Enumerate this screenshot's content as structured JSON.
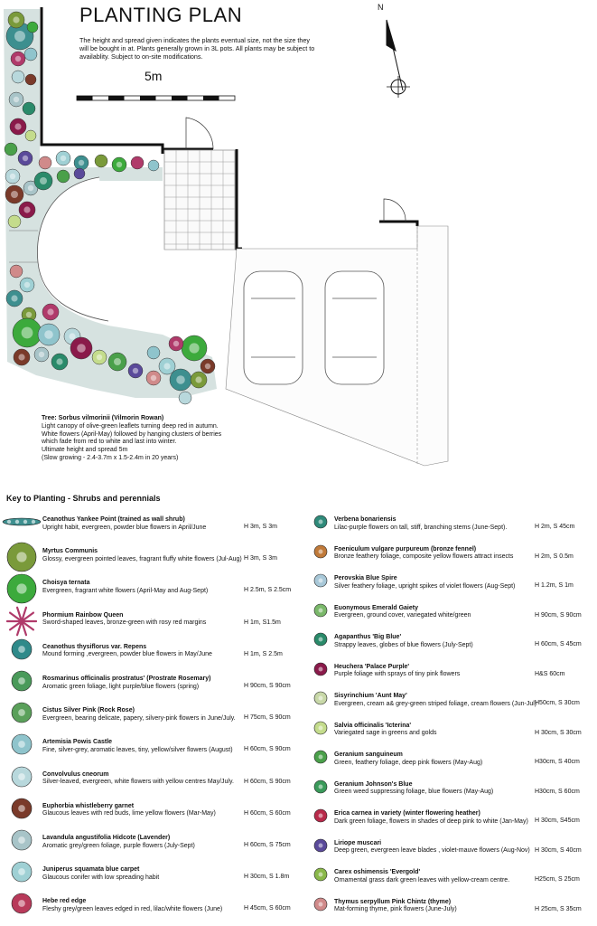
{
  "title": "PLANTING PLAN",
  "note": "The height and spread given indicates the plants eventual size, not the size they will be bought in at.  Plants generally grown in 3L pots. All plants may be subject to availablity. Subject to on-site modifications.",
  "scale_label": "5m",
  "north_label": "N",
  "tree": {
    "name": "Tree: Sorbus vilmorinii (Vilmorin Rowan)",
    "lines": [
      "Light canopy of olive-green leaflets turning deep red in autumn.",
      "White flowers (April-May) followed by hanging clusters of berries",
      "which fade from red to white and last into winter.",
      "Ultimate height and spread 5m",
      "(Slow growing - 2.4-3.7m x 1.5-2.4m in 20 years)"
    ]
  },
  "key_title": "Key to Planting - Shrubs and perennials",
  "key_left": [
    {
      "name": "Ceanothus Yankee Point (trained as wall shrub)",
      "desc": "Upright habit, evergreen, powder blue flowers in April/June",
      "size": "H 3m, S 3m",
      "icon": "ceanothus-wall-icon",
      "color": "#3d8f8f"
    },
    {
      "name": "Myrtus Communis",
      "desc": "Glossy, evergreen pointed leaves, fragrant fluffy white flowers (Jul-Aug)",
      "size": "H 3m, S 3m",
      "icon": "myrtus-icon",
      "color": "#7a9a3a"
    },
    {
      "name": "Choisya ternata",
      "desc": "Evergreen, fragrant white flowers (April-May and Aug-Sept)",
      "size": "H 2.5m, S 2.5cm",
      "icon": "choisya-icon",
      "color": "#3caa3c"
    },
    {
      "name": "Phormium Rainbow Queen",
      "desc": "Sword-shaped leaves, bronze-green with rosy red margins",
      "size": "H 1m,  S1.5m",
      "icon": "phormium-icon",
      "color": "#b03a6a"
    },
    {
      "name": "Ceanothus thysiflorus var. Repens",
      "desc": "Mound forming ,evergreen, powder blue flowers in May/June",
      "size": "H 1m,  S 2.5m",
      "icon": "ceanothus-repens-icon",
      "color": "#2f8a8a"
    },
    {
      "name": "Rosmarinus officinalis prostratus' (Prostrate Rosemary)",
      "desc": "Aromatic green foliage, light purple/blue flowers (spring)",
      "size": "H 90cm, S 90cm",
      "icon": "rosemary-icon",
      "color": "#4a9a5a"
    },
    {
      "name": "Cistus Silver Pink (Rock Rose)",
      "desc": "Evergreen, bearing delicate, papery, silvery-pink flowers in June/July.",
      "size": "H 75cm, S 90cm",
      "icon": "cistus-icon",
      "color": "#5aa05a"
    },
    {
      "name": "Artemisia Powis Castle",
      "desc": "Fine, silver-grey, aromatic leaves, tiny, yellow/silver flowers (August)",
      "size": "H 60cm, S 90cm",
      "icon": "artemisia-icon",
      "color": "#8fc4cc"
    },
    {
      "name": "Convolvulus cneorum",
      "desc": "Silver-leaved, evergreen, white flowers with yellow centres May/July.",
      "size": "H 60cm, S 90cm",
      "icon": "convolvulus-icon",
      "color": "#b8d8dc"
    },
    {
      "name": "Euphorbia whistleberry garnet",
      "desc": "Glaucous leaves with red buds, lime yellow flowers (Mar-May)",
      "size": "H 60cm, S 60cm",
      "icon": "euphorbia-icon",
      "color": "#7a3a2a"
    },
    {
      "name": "Lavandula angustifolia Hidcote (Lavender)",
      "desc": "Aromatic grey/green foliage, purple flowers (July-Sept)",
      "size": "H 60cm, S 75cm",
      "icon": "lavender-icon",
      "color": "#a8c4c8"
    },
    {
      "name": "Juniperus squamata blue carpet",
      "desc": "Glaucous conifer with low spreading habit",
      "size": "H 30cm, S 1.8m",
      "icon": "juniperus-icon",
      "color": "#9fd0d4"
    },
    {
      "name": "Hebe red edge",
      "desc": "Fleshy grey/green leaves edged in red, lilac/white flowers (June)",
      "size": "H 45cm, S 60cm",
      "icon": "hebe-icon",
      "color": "#b83a5a"
    }
  ],
  "key_right": [
    {
      "name": "Verbena bonariensis",
      "desc": "Lilac-purple flowers on tall, stiff, branching stems (June-Sept).",
      "size": "H 2m, S 45cm",
      "icon": "verbena-icon",
      "color": "#2f8a7a"
    },
    {
      "name": "Foeniculum vulgare purpureum (bronze fennel)",
      "desc": "Bronze feathery foliage, composite yellow flowers attract insects",
      "size": "H 2m, S 0.5m",
      "icon": "fennel-icon",
      "color": "#c07a3a"
    },
    {
      "name": "Perovskia Blue Spire",
      "desc": "Silver feathery foliage,  upright spikes of violet flowers (Aug-Sept)",
      "size": "H 1.2m, S 1m",
      "icon": "perovskia-icon",
      "color": "#a8c8d8"
    },
    {
      "name": "Euonymous Emerald Gaiety",
      "desc": "Evergreen, ground cover, variegated white/green",
      "size": "H 90cm, S 90cm",
      "icon": "euonymus-icon",
      "color": "#7ab86a"
    },
    {
      "name": "Agapanthus 'Big Blue'",
      "desc": "Strappy leaves, globes of blue flowers (July-Sept)",
      "size": "H 60cm, S 45cm",
      "icon": "agapanthus-icon",
      "color": "#2a8a6a"
    },
    {
      "name": "Heuchera 'Palace Purple'",
      "desc": "Purple foliage with sprays of tiny pink flowers",
      "size": "H&S 60cm",
      "icon": "heuchera-icon",
      "color": "#8a1a4a"
    },
    {
      "name": "Sisyrinchium 'Aunt May'",
      "desc": "Evergreen, cream a& grey-green striped foliage, cream flowers (Jun-Jul)",
      "size": "H50cm, S 30cm",
      "icon": "sisyrinchium-icon",
      "color": "#c8d8a8"
    },
    {
      "name": "Salvia officinalis 'Icterina'",
      "desc": "Variegated sage in greens and golds",
      "size": "H 30cm, S 30cm",
      "icon": "salvia-icon",
      "color": "#c4dc8c"
    },
    {
      "name": "Geranium sanguineum",
      "desc": "Green, feathery foliage,  deep pink flowers (May-Aug)",
      "size": "H30cm, S 40cm",
      "icon": "geranium-sanguineum-icon",
      "color": "#4aa04a"
    },
    {
      "name": "Geranium Johnson's Blue",
      "desc": "Green weed suppressing foliage,  blue flowers (May-Aug)",
      "size": "H30cm, S 60cm",
      "icon": "geranium-johnsons-icon",
      "color": "#3a9a5a"
    },
    {
      "name": "Erica carnea  in variety (winter flowering heather)",
      "desc": "Dark green foliage, flowers in  shades of deep pink to white  (Jan-May)",
      "size": "H 30cm, S45cm",
      "icon": "erica-icon",
      "color": "#b82a4a"
    },
    {
      "name": "Liriope muscari",
      "desc": "Deep green, evergreen leave blades , violet-mauve flowers  (Aug-Nov)",
      "size": "H 30cm, S 40cm",
      "icon": "liriope-icon",
      "color": "#5a4a9a"
    },
    {
      "name": "Carex oshimensis 'Evergold'",
      "desc": "Ornamental grass dark green leaves with yellow-cream centre.",
      "size": "H25cm, S 25cm",
      "icon": "carex-icon",
      "color": "#8ab84a"
    },
    {
      "name": "Thymus serpyllum Pink Chintz (thyme)",
      "desc": "Mat-forming thyme, pink flowers (June-July)",
      "size": "H 25cm, S 35cm",
      "icon": "thymus-icon",
      "color": "#d08a8a"
    }
  ]
}
